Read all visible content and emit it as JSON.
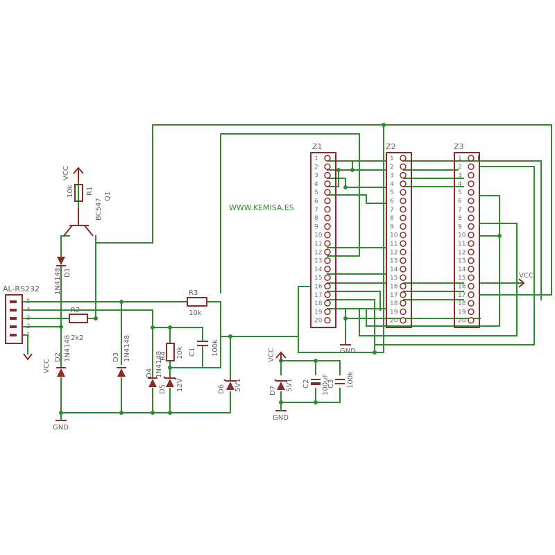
{
  "website": "WWW.KEMISA.ES",
  "labels": {
    "vcc": "VCC",
    "gnd": "GND",
    "al_rs232": "AL-RS232",
    "r1_name": "R1",
    "r1_value": "10k",
    "q1_name": "Q1",
    "q1_value": "BC547",
    "d1_name": "D1",
    "d1_value": "1N4148",
    "d2_name": "D2",
    "d2_value": "1N4148",
    "d3_name": "D3",
    "d3_value": "1N4148",
    "d4_name": "D4",
    "d4_value": "1N4148",
    "r2_name": "R2",
    "r2_value": "2k2",
    "r3_name": "R3",
    "r3_value": "10k",
    "r4_name": "R4",
    "r4_value": "10k",
    "c1_name": "C1",
    "c1_value": "100k",
    "d5_name": "D5",
    "d5_value": "12V",
    "d6_name": "D6",
    "d6_value": "5V1",
    "d7_name": "D7",
    "d7_value": "5V1",
    "c2_name": "C2",
    "c2_value": "100uF",
    "c3_name": "C3",
    "c3_value": "100k",
    "z1": "Z1",
    "z2": "Z2",
    "z3": "Z3"
  },
  "connector_pins": [
    "5",
    "4",
    "3",
    "2",
    "1"
  ],
  "header_pins": [
    "1",
    "2",
    "3",
    "4",
    "5",
    "6",
    "7",
    "8",
    "9",
    "10",
    "11",
    "12",
    "13",
    "14",
    "15",
    "16",
    "17",
    "18",
    "19",
    "20"
  ]
}
